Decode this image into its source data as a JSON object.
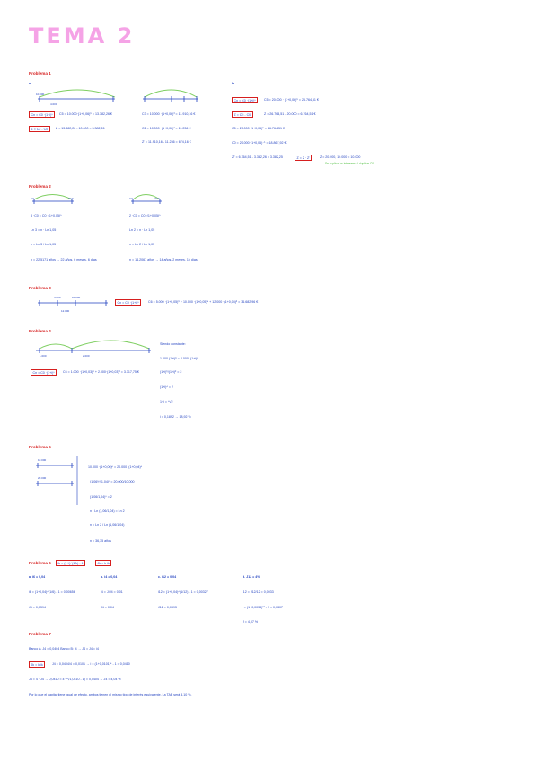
{
  "title": "TEMA 2",
  "p1": {
    "heading": "Problema 1",
    "a_label": "a.",
    "b_label": "b.",
    "timeline1": {
      "left": "10.000",
      "under": "4.000",
      "right": ""
    },
    "timeline2": {
      "labels": [
        "",
        "C1",
        "C2",
        "C3"
      ]
    },
    "a_lines": [
      "Cn = C0 ·(1+i)ⁿ",
      "C5 = 10.000·(1+0,06)⁵ = 13.382,26 €",
      "Z = C2 - C0",
      "Z = 13.382,26 - 10.000 = 3.382,26"
    ],
    "a_right": [
      "C3 = 10.000 ·(1+0,06)³ = 11.910,16 €",
      "C2 = 10.000 ·(1+0,06)² = 11.236 €",
      "Z' = 11.910,16 - 11.236 = 674,16 €"
    ],
    "b_lines": [
      "Cn = C0 ·(1+i)ⁿ",
      "C5 = 20.000 · (1+0,06)⁵ = 26.764,51 €",
      "Z = C5 - C0",
      "Z = 26.764,51 - 20.000 = 6.764,51 €",
      "C5 = 20.000·(1+0,06)⁵ = 26.764,51 €",
      "C0 = 20.000·(1+0,06)⁻¹ = 18.867,92 €",
      "Z'' = 6.764,51 - 3.382,26 = 3.382,25",
      "Z = 2 · Z'",
      "Z = 20.000, 10.000 = 10.000"
    ],
    "b_note": "Se duplica los intereses al duplicar C0"
  },
  "p2": {
    "heading": "Problema 2",
    "left": [
      "3 ·C0 = C0 ·(1+0,05)ⁿ",
      "Ln 3 = n · Ln 1,05",
      "n = Ln 3 / Ln 1,05",
      "n = 22,5171 años → 22 años, 6 meses, 6 días"
    ],
    "right": [
      "2 ·C0 = C0 ·(1+0,05)ⁿ",
      "Ln 2 = n · Ln 1,05",
      "n = Ln 2 / Ln 1,05",
      "n = 14,2067 años → 14 años, 2 meses, 14 días"
    ],
    "tl_labels": [
      "C0",
      "3C0",
      "C0",
      "2C0"
    ]
  },
  "p3": {
    "heading": "Problema 3",
    "box": "Cn = C0 ·(1+i)ⁿ",
    "line": "C6 = 5.000 ·(1+0,05)⁶ + 10.000 ·(1+0,05)⁴ + 12.000 ·(1+0,05)² = 36.682,96 €",
    "tl_labels": [
      "5.000",
      "10.000",
      "12.000"
    ]
  },
  "p4": {
    "heading": "Problema 4",
    "box": "Cn = C0 ·(1+i)ⁿ",
    "line": "C6 = 1.000 ·(1+0,03)⁶ + 2.000·(1+0,03)² = 3.317,75 €",
    "right": [
      "Siendo constante:",
      "1.000 (1+i)⁶ = 2.000 ·(1+i)²",
      "(1+i)⁶/(1+i)² = 2",
      "(1+i)⁴ = 2",
      "1+i = ⁴√2",
      "i = 0,1892 → 18,92 %"
    ],
    "tl_labels": [
      "1.000",
      "2.000"
    ]
  },
  "p5": {
    "heading": "Problema 5",
    "lines": [
      "10.000 ·(1+0,06)ⁿ = 20.000 ·(1+0,04)ⁿ",
      "(1,06)ⁿ/(1,04)ⁿ = 20.000/10.000",
      "(1,06/1,04)ⁿ = 2",
      "n · Ln (1,06/1,04) = Ln 2",
      "n = Ln 2 / Ln (1,06/1,04)",
      "n = 36,35 años"
    ],
    "tl_labels": [
      "10.000",
      "20.000"
    ]
  },
  "p6": {
    "heading": "Problema 6",
    "box1": "ik = (1+i)^(1/k) - 1",
    "box2": "Jk = k·ik",
    "cols": [
      {
        "head": "a. i6 = 0,04",
        "l1": "i6 = (1+0,04)^(1/6) - 1 = 0,00656",
        "l2": "J6 = 0,0394"
      },
      {
        "head": "b. i4 = 0,04",
        "l1": "i4 = J4/4 = 0,01",
        "l2": "J4 = 0,04"
      },
      {
        "head": "c. i12 = 0,04",
        "l1": "i12 = (1+0,04)^(1/12) - 1 = 0,00327",
        "l2": "J12 = 0,0393"
      },
      {
        "head": "d. J12 = 4%",
        "l1": "i12 = J12/12 = 0,0033",
        "l2": "i = (1+0,0033)¹² - 1 = 0,0407",
        "l3": "J = 4,07 %"
      }
    ]
  },
  "p7": {
    "heading": "Problema 7",
    "l1": "Banco A: J4 = 0,0404    Banco B: i4 → J4 = J4 = i4",
    "box": "Jk = k·ik",
    "l2": "J4 = 0,0404/4 = 0,0101 → i = (1+0,0101)⁴ - 1 = 0,0410",
    "l3": "J4 = 4 · J4 → 0,0410 = 4·(⁴√1,0410 - 1) = 0,0404 → J4 = 4,04 %",
    "l4": "Por lo que el capital tiene igual de efecto, ambos tienen el mismo tipo de interés equivalente. La TAE será 4,10 %."
  }
}
